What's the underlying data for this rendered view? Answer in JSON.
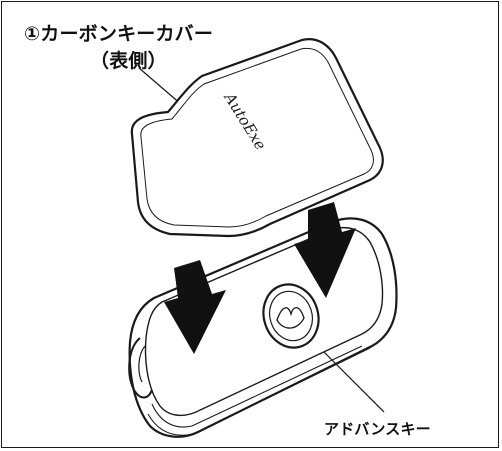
{
  "callouts": {
    "cover_title": "①カーボンキーカバー",
    "cover_subtitle": "（表側）",
    "key_label": "アドバンスキー"
  },
  "logo": {
    "text": "AutoExe"
  },
  "colors": {
    "stroke": "#1a1a1a",
    "arrow": "#111111",
    "background": "#ffffff"
  },
  "icons": {
    "arrows": [
      "down-arrow-icon",
      "down-arrow-icon"
    ],
    "emblem": "mazda-emblem-icon"
  }
}
